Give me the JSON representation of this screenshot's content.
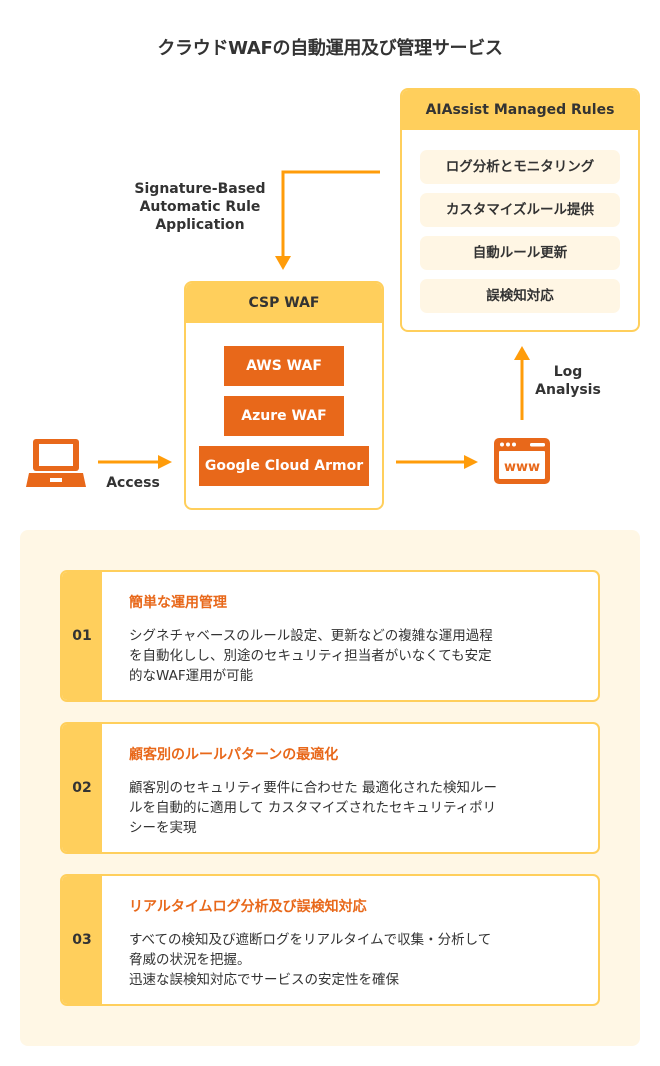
{
  "title": "クラウドWAFの自動運用及び管理サービス",
  "ai_assist": {
    "header": "AIAssist Managed Rules",
    "items": [
      "ログ分析とモニタリング",
      "カスタマイズルール提供",
      "自動ルール更新",
      "誤検知対応"
    ]
  },
  "csp_waf": {
    "header": "CSP WAF",
    "items": [
      "AWS WAF",
      "Azure WAF",
      "Google Cloud Armor"
    ]
  },
  "labels": {
    "signature": "Signature-Based\nAutomatic Rule\nApplication",
    "access": "Access",
    "log_analysis": "Log\nAnalysis",
    "www": "www"
  },
  "icons": {
    "client": "laptop-icon",
    "website": "browser-www-icon"
  },
  "colors": {
    "accent_orange": "#E8681A",
    "arrow_orange": "#FF9C0A",
    "yellow": "#FFCF5C",
    "panel_bg": "#FFF7E5"
  },
  "features": [
    {
      "number": "01",
      "title": "簡単な運用管理",
      "body": "シグネチャベースのルール設定、更新などの複雑な運用過程\nを自動化しし、別途のセキュリティ担当者がいなくても安定\n的なWAF運用が可能"
    },
    {
      "number": "02",
      "title": "顧客別のルールパターンの最適化",
      "body": "顧客別のセキュリティ要件に合わせた 最適化された検知ルー\nルを自動的に適用して カスタマイズされたセキュリティポリ\nシーを実現"
    },
    {
      "number": "03",
      "title": "リアルタイムログ分析及び誤検知対応",
      "body": "すべての検知及び遮断ログをリアルタイムで収集・分析して\n脅威の状況を把握。\n迅速な誤検知対応でサービスの安定性を確保"
    }
  ]
}
